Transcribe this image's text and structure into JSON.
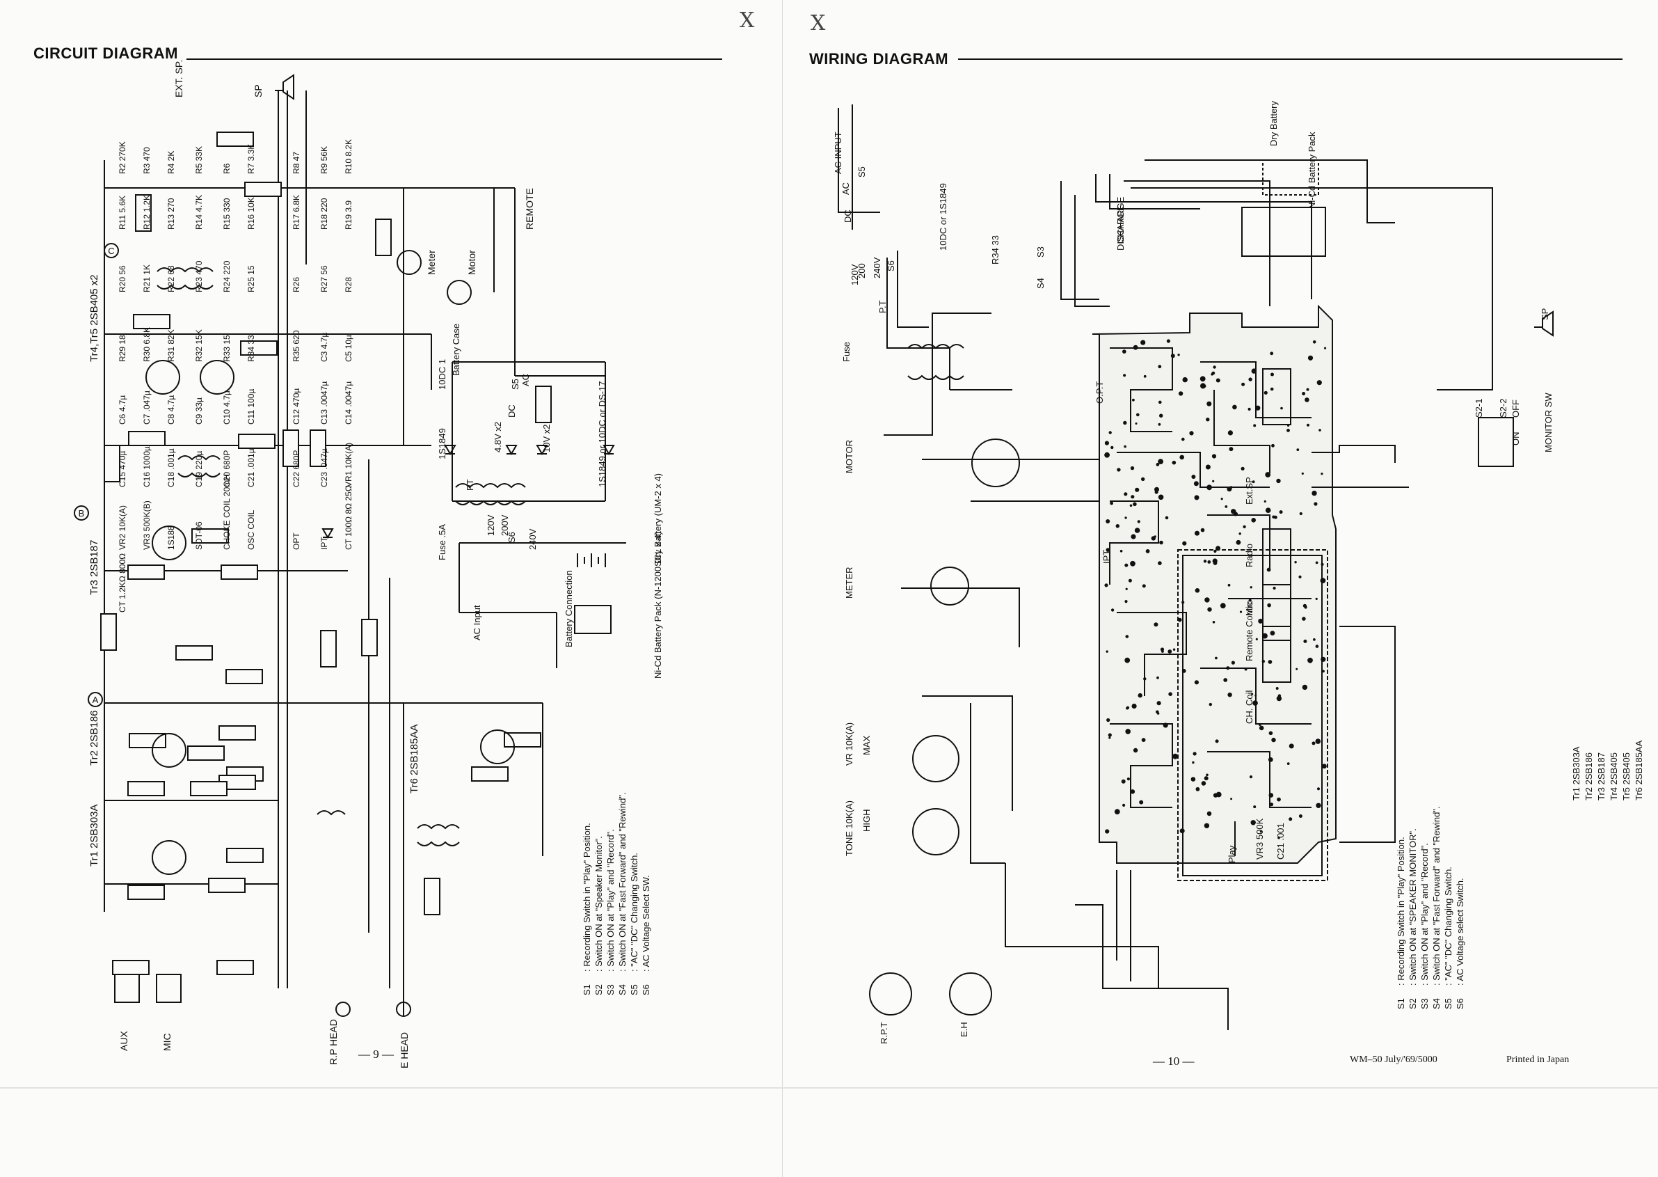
{
  "left_page": {
    "heading": "CIRCUIT DIAGRAM",
    "page_number": "— 9 —",
    "cross_mark": "X",
    "transistors": [
      {
        "ref": "Tr1",
        "type": "2SB303A"
      },
      {
        "ref": "Tr2",
        "type": "2SB186"
      },
      {
        "ref": "Tr3",
        "type": "2SB187"
      },
      {
        "ref": "Tr4,Tr5",
        "type": "2SB405 x2"
      },
      {
        "ref": "Tr6",
        "type": "2SB185AA"
      }
    ],
    "node_labels": [
      "A",
      "B",
      "C"
    ],
    "terminals": [
      "AUX",
      "MIC",
      "R.P HEAD",
      "E HEAD",
      "EXT. SP.",
      "SP",
      "REMOTE",
      "Meter",
      "Motor"
    ],
    "components": [
      "R2 270K",
      "R3 470",
      "R4 2K",
      "R5 33K",
      "R6",
      "R7 3.3K",
      "R8 47",
      "R9 56K",
      "R10 8.2K",
      "R11 5.6K",
      "R12 1.2K",
      "R13 270",
      "R14 4.7K",
      "R15 330",
      "R16 10K",
      "R17 6.8K",
      "R18 220",
      "R19 3.9",
      "R20 56",
      "R21 1K",
      "R22 68",
      "R23 470",
      "R24 220",
      "R25 15",
      "R26",
      "R27 56",
      "R28",
      "R29 18",
      "R30 6.8K",
      "R31 82K",
      "R32 15K",
      "R33 15",
      "R34 33",
      "R35 620",
      "C3 4.7µ",
      "C5 10µ",
      "C6 4.7µ",
      "C7 .047µ",
      "C8 4.7µ",
      "C9 33µ",
      "C10 4.7µ",
      "C11 100µ",
      "C12 470µ",
      "C13 .0047µ",
      "C14 .0047µ",
      "C15 470µ",
      "C16 1000µ",
      "C18 .001µ",
      "C19 220µ",
      "C20 680P",
      "C21 .001µ",
      "C22 680P",
      "C23 .047µ",
      "VR1 10K(A)",
      "VR2 10K(A)",
      "VR3 500K(B)",
      "1S188",
      "SDT-06",
      "CHOKE COIL 20mH",
      "OSC COIL",
      "OPT",
      "IPT",
      "CT 100Ω 8Ω 25Ω",
      "CT 1.2KΩ 800Ω"
    ],
    "power_supply": {
      "labels": [
        "Fuse .5A",
        "AC Input",
        "PT",
        "S6",
        "120V",
        "200V",
        "240V",
        "1S1849",
        "4.8V x2",
        "10V x2",
        "1S1849 or 10DC or DS-17",
        "10DC 1",
        "Battery Case",
        "S5",
        "DC",
        "AC"
      ],
      "dry_battery": "Dry Battery (UM-2 x 4)",
      "nicad_pack": "Ni-Cd Battery Pack (N-1200SCL x 4)",
      "battery_connection": "Battery Connection"
    },
    "switch_notes": [
      {
        "id": "S1",
        "text": "Recording Switch in \"Play\" Position."
      },
      {
        "id": "S2",
        "text": "Switch ON at \"Speaker Monitor\"."
      },
      {
        "id": "S3",
        "text": "Switch ON at \"Play\" and \"Record\"."
      },
      {
        "id": "S4",
        "text": "Switch ON at \"Fast Forward\" and \"Rewind\"."
      },
      {
        "id": "S5",
        "text": "\"AC\" \"DC\" Changing Switch."
      },
      {
        "id": "S6",
        "text": "AC Voltage Select SW."
      }
    ]
  },
  "right_page": {
    "heading": "WIRING DIAGRAM",
    "page_number": "— 10 —",
    "cross_mark": "X",
    "footer_model": "WM–50  July/'69/5000",
    "footer_printed": "Printed in Japan",
    "labels": [
      "AC INPUT",
      "AC",
      "DC",
      "S5",
      "120V",
      "200",
      "240V",
      "S6",
      "Fuse",
      "P.T",
      "10DC or 1S1849",
      "R34 33",
      "S3",
      "S4",
      "CHARGE",
      "DISCHARGE",
      "Dry Battery",
      "Ni-Cd Battery Pack",
      "SP",
      "S2-1",
      "S2-2",
      "OFF",
      "ON",
      "MONITOR SW",
      "MOTOR",
      "METER",
      "VR 10K(A)",
      "MAX",
      "TONE 10K(A)",
      "HIGH",
      "R.P.T",
      "E.H",
      "Ext.SP",
      "Radio",
      "Mic",
      "Remote Control",
      "CH. Coil",
      "O.P.T",
      "IPT",
      "Play",
      "VR3 500K",
      "C21 .001"
    ],
    "transistors": [
      {
        "ref": "Tr1",
        "type": "2SB303A"
      },
      {
        "ref": "Tr2",
        "type": "2SB186"
      },
      {
        "ref": "Tr3",
        "type": "2SB187"
      },
      {
        "ref": "Tr4",
        "type": "2SB405"
      },
      {
        "ref": "Tr5",
        "type": "2SB405"
      },
      {
        "ref": "Tr6",
        "type": "2SB185AA"
      }
    ],
    "switch_notes": [
      {
        "id": "S1",
        "text": "Recording Switch in \"Play\" Position."
      },
      {
        "id": "S2",
        "text": "Switch ON at \"SPEAKER MONITOR\"."
      },
      {
        "id": "S3",
        "text": "Switch ON at \"Play\" and \"Record\"."
      },
      {
        "id": "S4",
        "text": "Switch ON at \"Fast Forward\" and \"Rewind\"."
      },
      {
        "id": "S5",
        "text": "\"AC\" \"DC\" Changing Switch."
      },
      {
        "id": "S6",
        "text": "AC Voltage select Switch."
      }
    ]
  }
}
